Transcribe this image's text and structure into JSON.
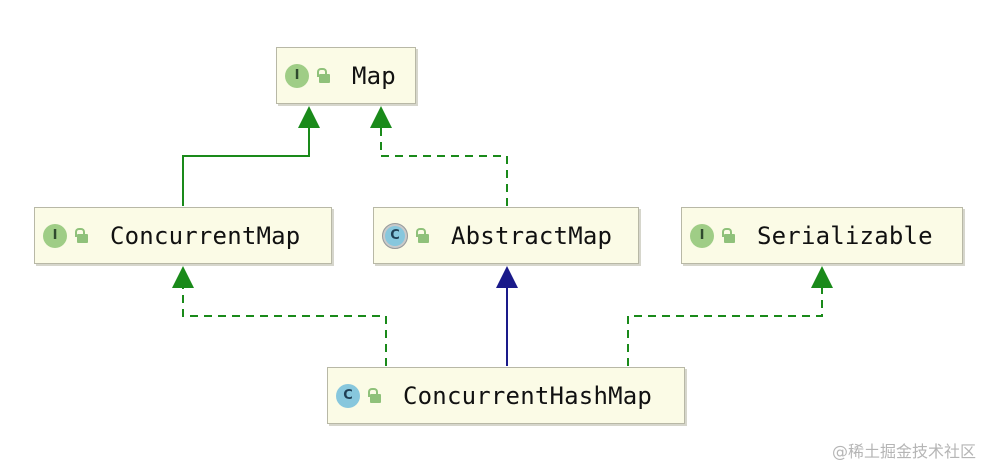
{
  "nodes": {
    "map": {
      "label": "Map",
      "kind": "interface",
      "badge": "I"
    },
    "concurrent_map": {
      "label": "ConcurrentMap",
      "kind": "interface",
      "badge": "I"
    },
    "abstract_map": {
      "label": "AbstractMap",
      "kind": "abstract-class",
      "badge": "C"
    },
    "serializable": {
      "label": "Serializable",
      "kind": "interface",
      "badge": "I"
    },
    "concurrent_hash_map": {
      "label": "ConcurrentHashMap",
      "kind": "class",
      "badge": "C"
    }
  },
  "edges": [
    {
      "from": "concurrent_map",
      "to": "map",
      "type": "extends",
      "style": "solid",
      "color": "#1a8a1a"
    },
    {
      "from": "abstract_map",
      "to": "map",
      "type": "implements",
      "style": "dashed",
      "color": "#1a8a1a"
    },
    {
      "from": "concurrent_hash_map",
      "to": "concurrent_map",
      "type": "implements",
      "style": "dashed",
      "color": "#1a8a1a"
    },
    {
      "from": "concurrent_hash_map",
      "to": "abstract_map",
      "type": "extends",
      "style": "solid",
      "color": "#1a1a8a"
    },
    {
      "from": "concurrent_hash_map",
      "to": "serializable",
      "type": "implements",
      "style": "dashed",
      "color": "#1a8a1a"
    }
  ],
  "colors": {
    "interface_badge": "#9fcd86",
    "class_badge": "#87c7dd",
    "node_fill": "#fbfbe6",
    "implements_edge": "#1a8a1a",
    "extends_class_edge": "#1a1a8a"
  },
  "icons": {
    "visibility": "unlock-icon"
  },
  "watermark": "@稀土掘金技术社区"
}
